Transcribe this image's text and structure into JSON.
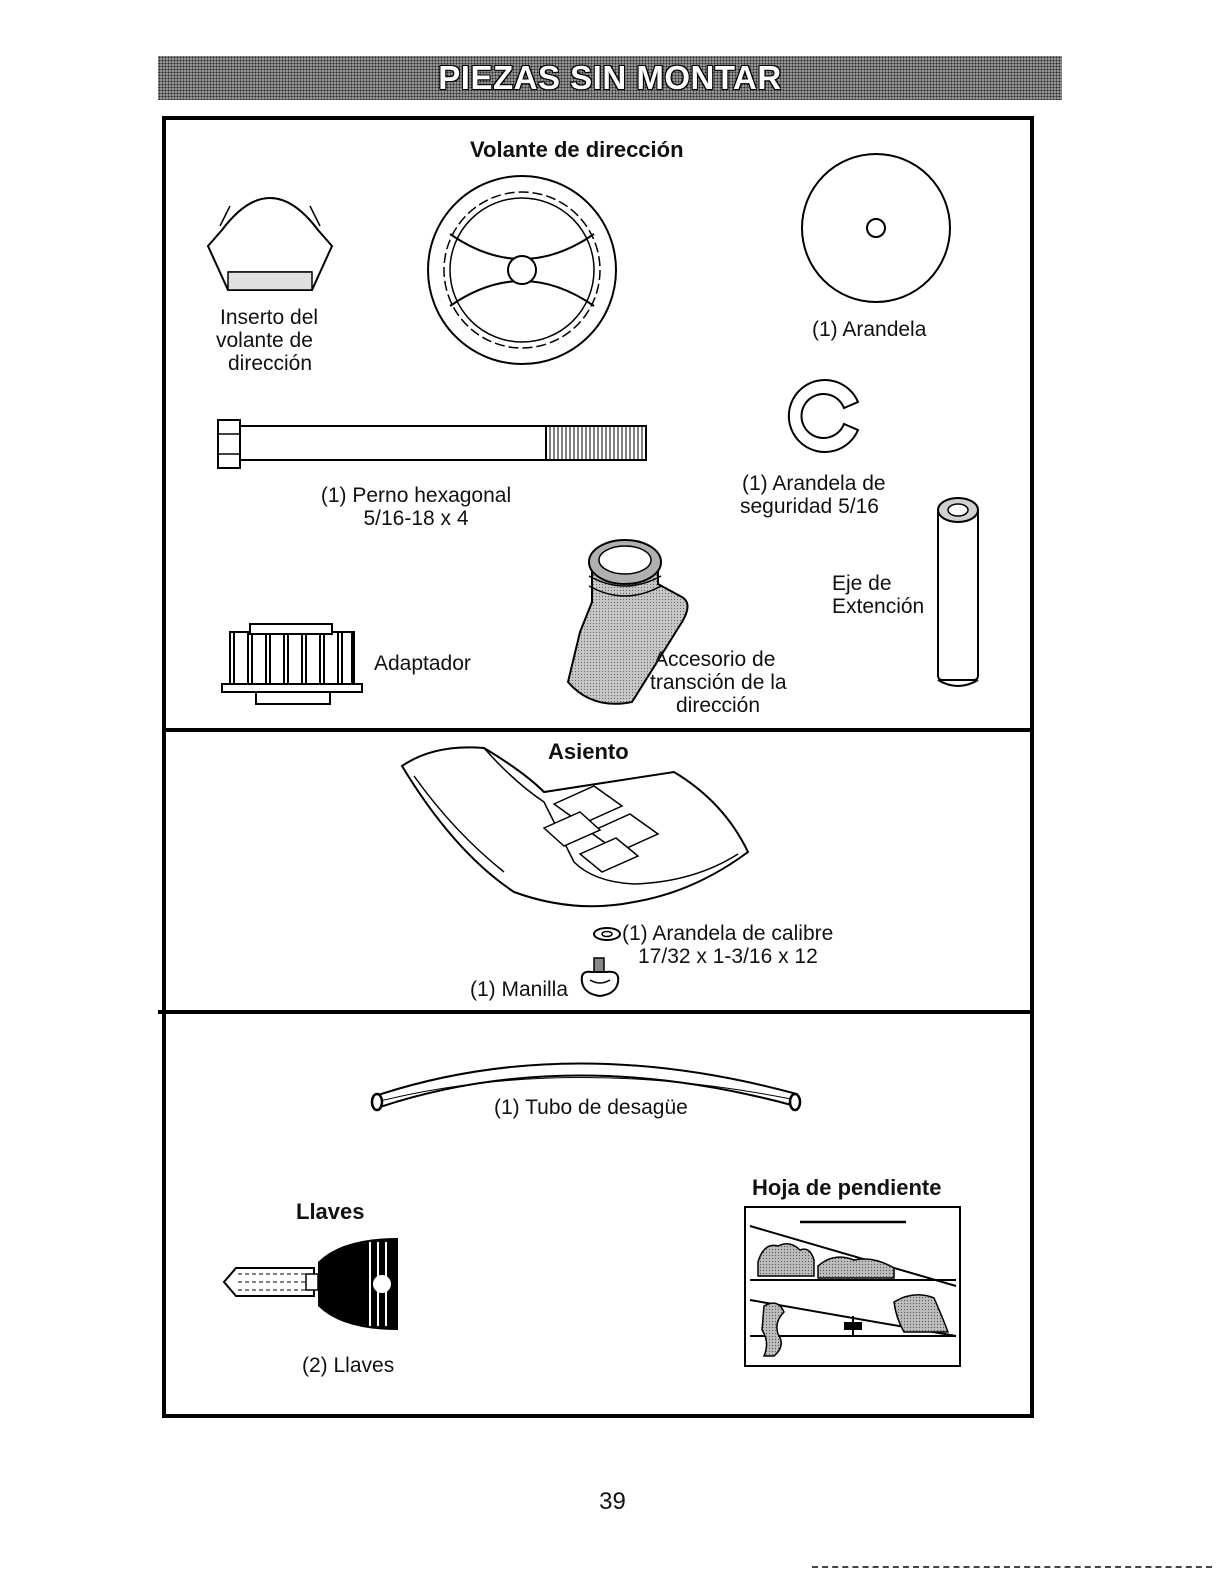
{
  "header": {
    "title": "PIEZAS SIN MONTAR"
  },
  "section1": {
    "steering_wheel_title": "Volante de dirección",
    "insert_label": [
      "Inserto del",
      "volante de",
      "dirección"
    ],
    "washer_label": "(1) Arandela",
    "bolt_label": [
      "(1) Perno hexagonal",
      "5/16-18 x 4"
    ],
    "lockwasher_label": [
      "(1) Arandela de",
      "seguridad 5/16"
    ],
    "extension_label": [
      "Eje de",
      "Extención"
    ],
    "adapter_label": "Adaptador",
    "transition_label": [
      "Accesorio de",
      "transción de la",
      "dirección"
    ]
  },
  "section2": {
    "seat_title": "Asiento",
    "gauge_washer_label": [
      "(1) Arandela de calibre",
      "17/32 x 1-3/16 x 12"
    ],
    "knob_label": "(1) Manilla"
  },
  "section3": {
    "drain_tube_label": "(1) Tubo de desagüe",
    "keys_title": "Llaves",
    "keys_label": "(2) Llaves",
    "slope_sheet_title": "Hoja de pendiente"
  },
  "footer": {
    "page_number": "39"
  }
}
